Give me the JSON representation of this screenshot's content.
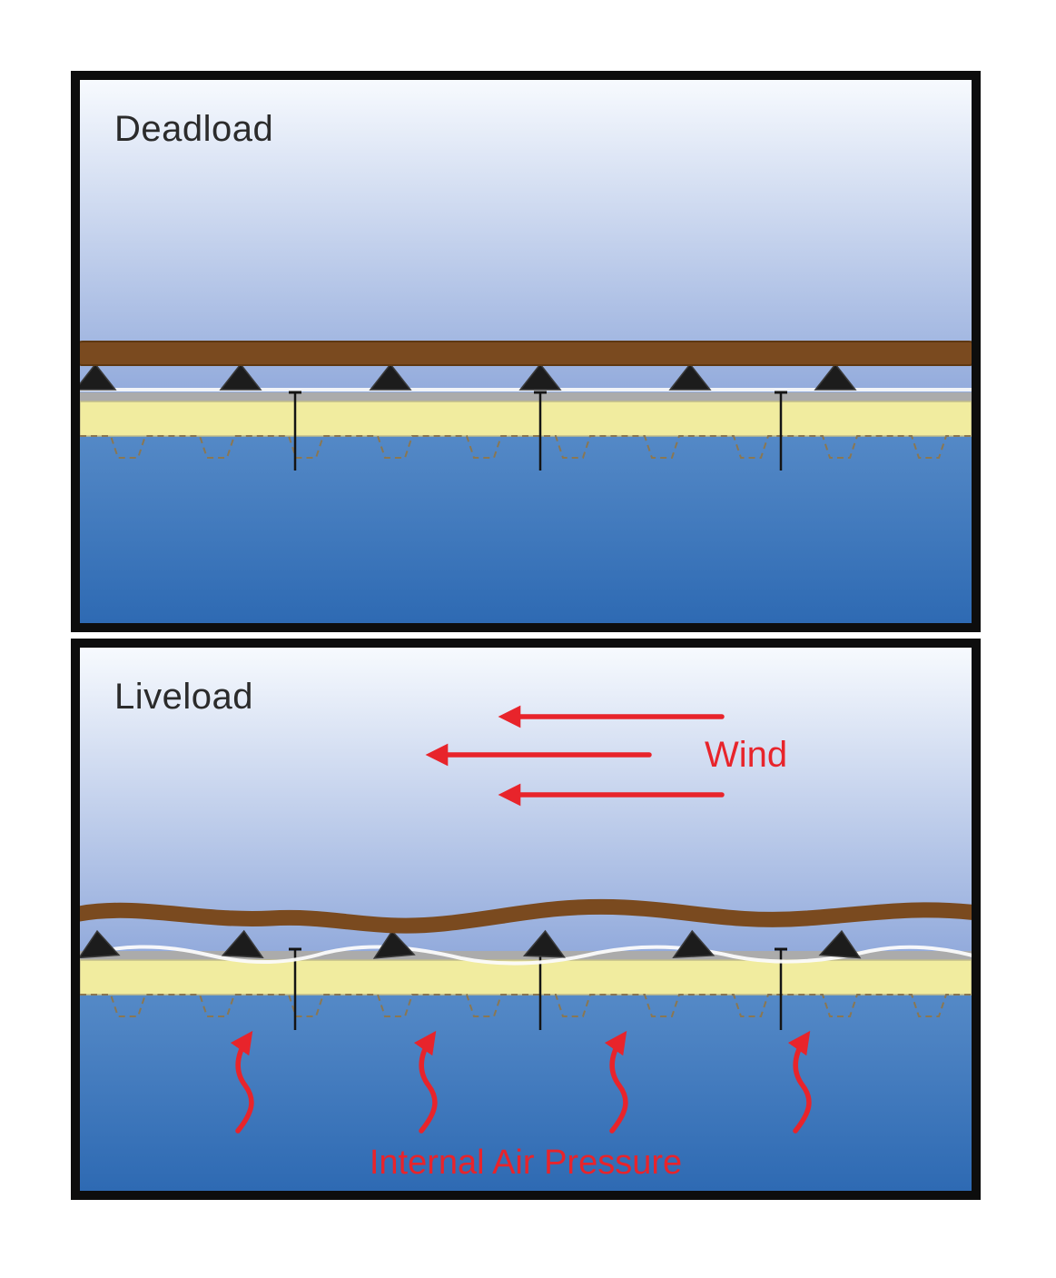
{
  "panels": {
    "deadload": {
      "title": "Deadload"
    },
    "liveload": {
      "title": "Liveload",
      "wind_label": "Wind",
      "internal_air_pressure_label": "Internal Air Pressure"
    }
  },
  "diagram": {
    "type": "roof-assembly-load-diagram",
    "layers": [
      "ballast-membrane",
      "seam-plates",
      "white-membrane",
      "cover-board",
      "insulation",
      "steel-deck",
      "fasteners"
    ],
    "annotations": {
      "wind_arrow_count": 3,
      "internal_air_pressure_arrow_count": 4,
      "fastener_count_per_panel": 3,
      "seam_plate_count_per_panel": 6
    }
  },
  "colors": {
    "page_bg": "#ffffff",
    "panel_border": "#0d0d0d",
    "title_text": "#2b2b2b",
    "annotation_red": "#e8242b",
    "sky_top": "#f7fafe",
    "sky_bottom": "#93abdc",
    "interior_top": "#5d90cb",
    "interior_bottom": "#2e6ab3",
    "membrane_brown": "#7a4a1f",
    "membrane_brown_dark": "#5e3812",
    "insulation_yellow": "#f1ec9f",
    "insulation_edge": "#c2bd8a",
    "cover_board_gray": "#ababab",
    "deck_line": "#8a7752",
    "plate_dark": "#1c1c1c",
    "membrane_white": "#fbfbfb",
    "fastener_black": "#141414"
  }
}
